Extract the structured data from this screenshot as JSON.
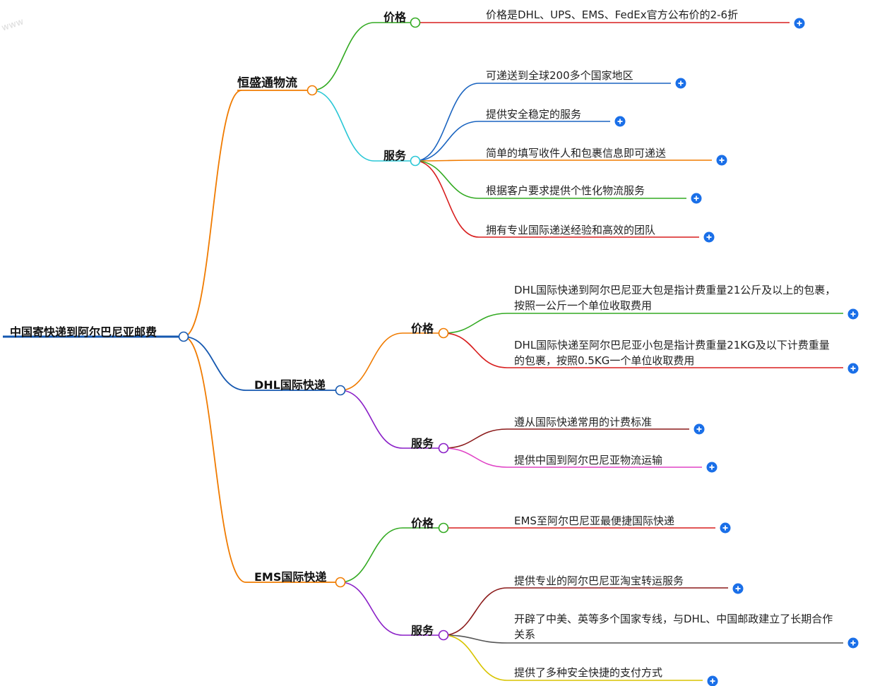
{
  "root": {
    "label": "中国寄快递到阿尔巴尼亚邮费"
  },
  "colors": {
    "root_line": "#1558b0",
    "orange": "#f07b00",
    "green": "#33aa22",
    "cyan": "#2ac7d6",
    "blue": "#1a64c0",
    "red": "#d81e1e",
    "darkred": "#8b1a1a",
    "purple": "#8a1fc7",
    "pink": "#e043c6",
    "gray": "#555555",
    "yellow": "#d8c400",
    "plus": "#1a6fe8"
  },
  "branches": [
    {
      "label": "恒盛通物流",
      "children": [
        {
          "label": "价格",
          "leaves": [
            "价格是DHL、UPS、EMS、FedEx官方公布价的2-6折"
          ]
        },
        {
          "label": "服务",
          "leaves": [
            "可递送到全球200多个国家地区",
            "提供安全稳定的服务",
            "简单的填写收件人和包裹信息即可递送",
            "根据客户要求提供个性化物流服务",
            "拥有专业国际递送经验和高效的团队"
          ]
        }
      ]
    },
    {
      "label": "DHL国际快递",
      "children": [
        {
          "label": "价格",
          "leaves": [
            "DHL国际快递到阿尔巴尼亚大包是指计费重量21公斤及以上的包裹，按照一公斤一个单位收取费用",
            "DHL国际快递至阿尔巴尼亚小包是指计费重量21KG及以下计费重量的包裹，按照0.5KG一个单位收取费用"
          ]
        },
        {
          "label": "服务",
          "leaves": [
            "遵从国际快递常用的计费标准",
            "提供中国到阿尔巴尼亚物流运输"
          ]
        }
      ]
    },
    {
      "label": "EMS国际快递",
      "children": [
        {
          "label": "价格",
          "leaves": [
            "EMS至阿尔巴尼亚最便捷国际快递"
          ]
        },
        {
          "label": "服务",
          "leaves": [
            "提供专业的阿尔巴尼亚淘宝转运服务",
            "开辟了中美、英等多个国家专线，与DHL、中国邮政建立了长期合作关系",
            "提供了多种安全快捷的支付方式"
          ]
        }
      ]
    }
  ]
}
